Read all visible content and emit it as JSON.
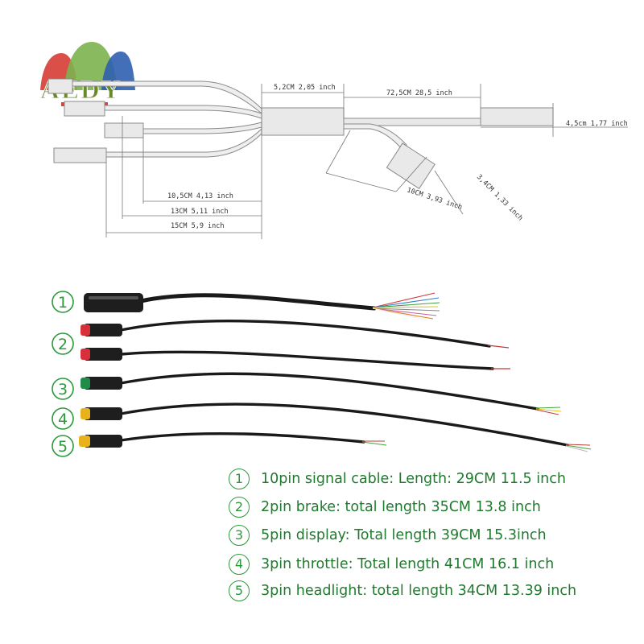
{
  "logo": {
    "text": "AEDY"
  },
  "dimensions": [
    {
      "id": "d1",
      "text": "5,2CM 2,05 inch"
    },
    {
      "id": "d2",
      "text": "72,5CM 28,5 inch"
    },
    {
      "id": "d3",
      "text": "4,5cm 1,77 inch"
    },
    {
      "id": "d4",
      "text": "3,4CM 1,33 inch"
    },
    {
      "id": "d5",
      "text": "10CM 3,93 inch"
    },
    {
      "id": "d6",
      "text": "10,5CM 4,13 inch"
    },
    {
      "id": "d7",
      "text": "13CM 5,11 inch"
    },
    {
      "id": "d8",
      "text": "15CM 5,9 inch"
    }
  ],
  "cables": [
    {
      "id": "c1",
      "badge": "1",
      "pins": "10pin",
      "connector_color": "#1e1e1e",
      "spec": "10pin signal cable: Length: 29CM 11.5 inch"
    },
    {
      "id": "c2",
      "badge": "2",
      "pins": "2pin",
      "connector_color": "#d8303a",
      "spec": "2pin brake: total length 35CM 13.8 inch"
    },
    {
      "id": "c3",
      "badge": "3",
      "pins": "5pin",
      "connector_color": "#1f8c4a",
      "spec": "5pin display: Total length 39CM 15.3inch"
    },
    {
      "id": "c4",
      "badge": "4",
      "pins": "3pin",
      "connector_color": "#e8b21a",
      "spec": "3pin throttle: Total length 41CM 16.1 inch"
    },
    {
      "id": "c5",
      "badge": "5",
      "pins": "3pin",
      "connector_color": "#e8b21a",
      "spec": "3pin headlight: total length 34CM 13.39 inch"
    }
  ],
  "colors": {
    "accent": "#2a9a3a",
    "spec_text": "#1f7a2e",
    "cable": "#1a1a1a",
    "drawing": "#999999"
  }
}
